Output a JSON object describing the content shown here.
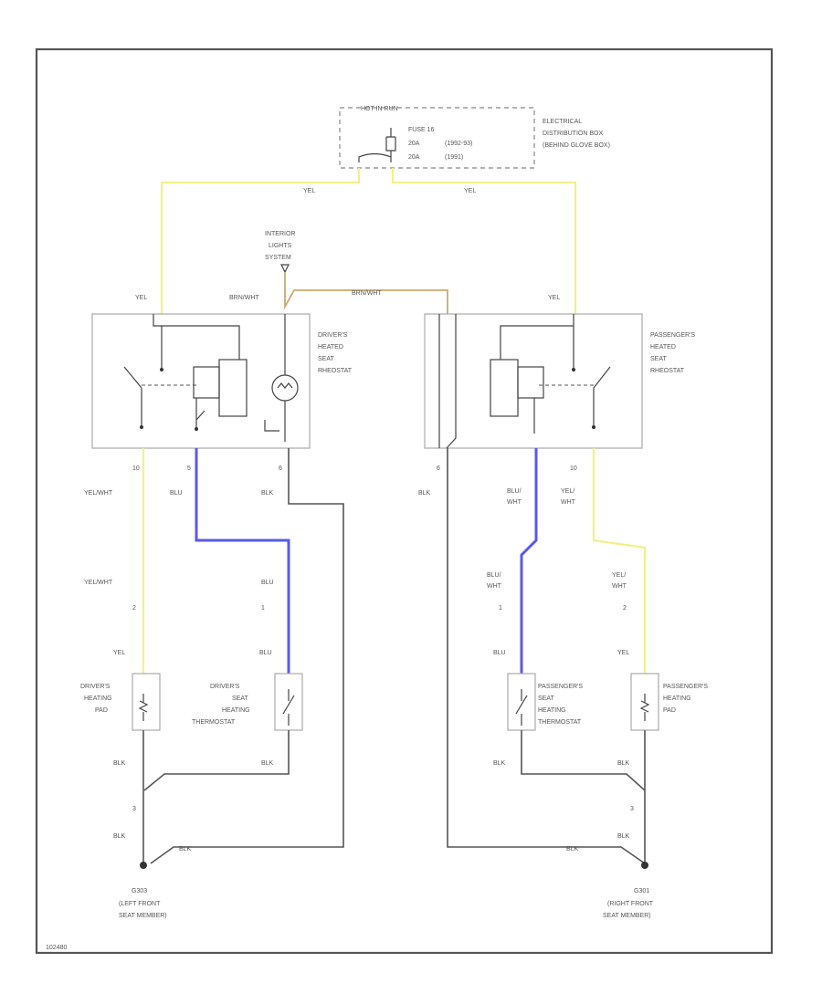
{
  "colors": {
    "yel": "#f3f08a",
    "blu": "#5a5ae6",
    "blk": "#555555",
    "brn_wht": "#c9ab72"
  },
  "fuse_box": {
    "hot_label": "HOT IN RUN",
    "fuse": "FUSE 16",
    "amp1": "20A",
    "amp2": "20A",
    "year1": "(1992-93)",
    "year2": "(1991)",
    "desc1": "ELECTRICAL",
    "desc2": "DISTRIBUTION BOX",
    "desc3": "(BEHIND GLOVE BOX)"
  },
  "interior": {
    "line1": "INTERIOR",
    "line2": "LIGHTS",
    "line3": "SYSTEM"
  },
  "wires": {
    "yel": "YEL",
    "brn_wht": "BRN/WHT",
    "yel_wht": "YEL/WHT",
    "blu": "BLU",
    "blu_wht_1": "BLU/",
    "blu_wht_2": "WHT",
    "yel_wht_1": "YEL/",
    "yel_wht_2": "WHT",
    "blk": "BLK"
  },
  "pins": {
    "p10": "10",
    "p5": "5",
    "p6": "6",
    "p2": "2",
    "p1": "1",
    "p3": "3"
  },
  "driver_rheostat": {
    "line1": "DRIVER'S",
    "line2": "HEATED",
    "line3": "SEAT",
    "line4": "RHEOSTAT"
  },
  "passenger_rheostat": {
    "line1": "PASSENGER'S",
    "line2": "HEATED",
    "line3": "SEAT",
    "line4": "RHEOSTAT"
  },
  "driver_pad": {
    "line1": "DRIVER'S",
    "line2": "HEATING",
    "line3": "PAD"
  },
  "driver_thermo": {
    "line1": "DRIVER'S",
    "line2": "SEAT",
    "line3": "HEATING",
    "line4": "THERMOSTAT"
  },
  "passenger_thermo": {
    "line1": "PASSENGER'S",
    "line2": "SEAT",
    "line3": "HEATING",
    "line4": "THERMOSTAT"
  },
  "passenger_pad": {
    "line1": "PASSENGER'S",
    "line2": "HEATING",
    "line3": "PAD"
  },
  "ground_left": {
    "code": "G303",
    "line1": "(LEFT FRONT",
    "line2": "SEAT MEMBER)"
  },
  "ground_right": {
    "code": "G301",
    "line1": "(RIGHT FRONT",
    "line2": "SEAT MEMBER)"
  },
  "figure_code": "102480"
}
